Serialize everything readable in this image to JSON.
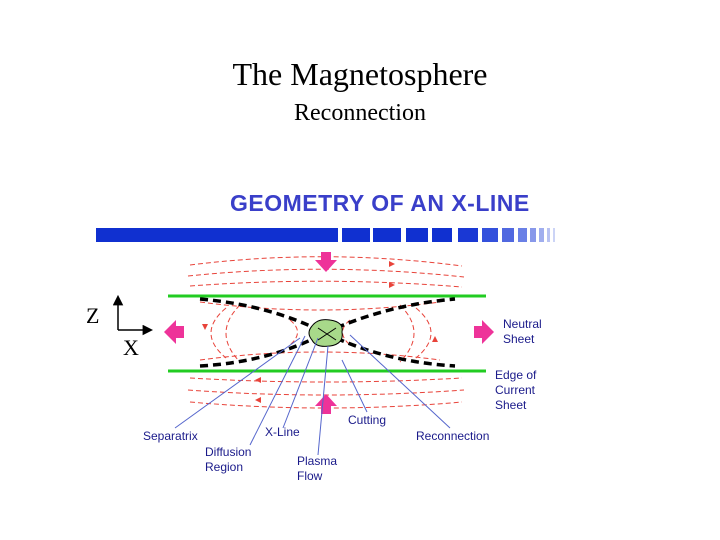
{
  "slide": {
    "title": "The Magnetosphere",
    "subtitle": "Reconnection"
  },
  "diagram": {
    "heading": "GEOMETRY OF AN X-LINE",
    "axes": {
      "vertical": "Z",
      "horizontal": "X"
    },
    "labels": {
      "neutral_sheet": [
        "Neutral",
        "Sheet"
      ],
      "edge_current_sheet": [
        "Edge of",
        "Current",
        "Sheet"
      ],
      "separatrix": "Separatrix",
      "x_line": "X-Line",
      "cutting": "Cutting",
      "reconnection": "Reconnection",
      "diffusion_region": [
        "Diffusion",
        "Region"
      ],
      "plasma_flow": [
        "Plasma",
        "Flow"
      ]
    },
    "colors": {
      "heading": "#3a3fc9",
      "bar": "#1030d0",
      "field_lines": "#e8433a",
      "current_sheet_edge": "#22cc22",
      "separatrix": "#000000",
      "arrows": "#ee3399",
      "diffusion_region": "#a8d98a",
      "label_text": "#1a1a8a"
    }
  }
}
